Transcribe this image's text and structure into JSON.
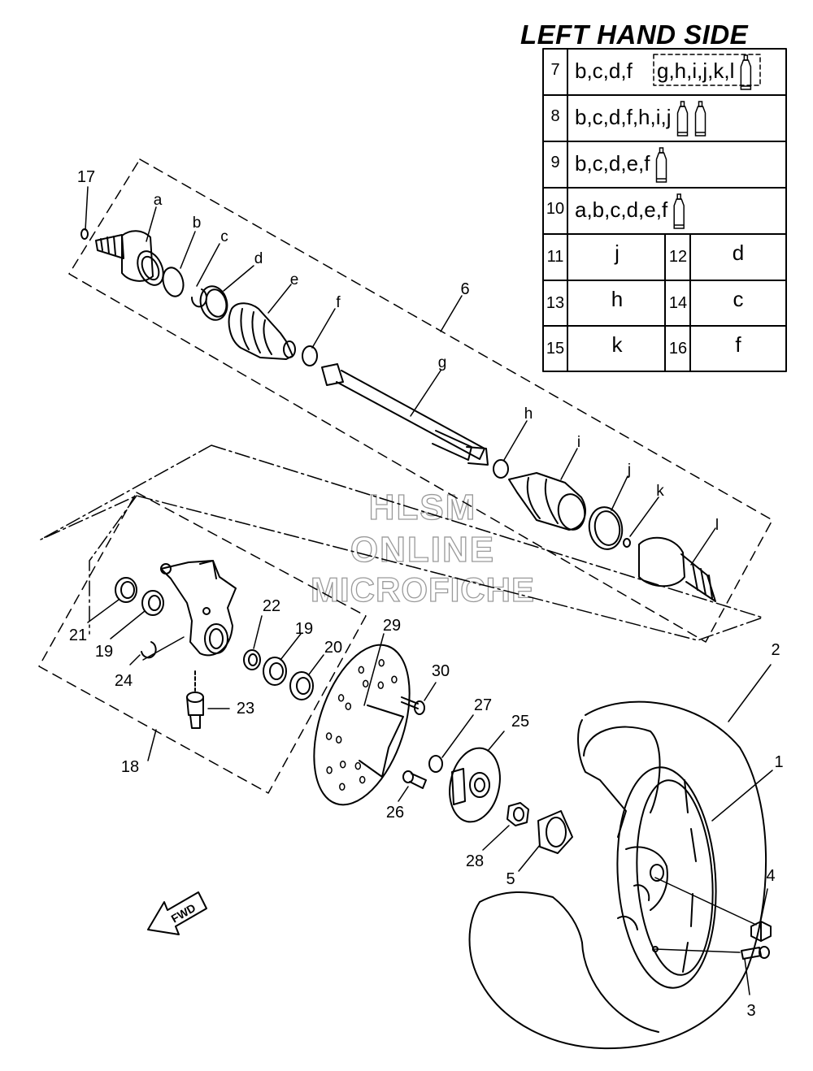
{
  "title": "LEFT HAND SIDE",
  "watermark": {
    "line1": "HLSM",
    "line2": "ONLINE",
    "line3": "MICROFICHE"
  },
  "fwd_label": "FWD",
  "kit_rows": [
    {
      "no": "7",
      "parts": "b,c,d,f",
      "boxed": "g,h,i,j,k,l",
      "tubes": 1
    },
    {
      "no": "8",
      "parts": "b,c,d,f,h,i,j",
      "boxed": "",
      "tubes": 2
    },
    {
      "no": "9",
      "parts": "b,c,d,e,f",
      "boxed": "",
      "tubes": 1
    },
    {
      "no": "10",
      "parts": "a,b,c,d,e,f",
      "boxed": "",
      "tubes": 1
    }
  ],
  "kit_pairs": [
    {
      "no1": "11",
      "v1": "j",
      "no2": "12",
      "v2": "d"
    },
    {
      "no1": "13",
      "v1": "h",
      "no2": "14",
      "v2": "c"
    },
    {
      "no1": "15",
      "v1": "k",
      "no2": "16",
      "v2": "f"
    }
  ],
  "callouts": [
    "17",
    "a",
    "b",
    "c",
    "d",
    "e",
    "f",
    "6",
    "g",
    "h",
    "i",
    "j",
    "k",
    "l",
    "22",
    "19",
    "20",
    "21",
    "19",
    "24",
    "29",
    "30",
    "23",
    "18",
    "27",
    "25",
    "26",
    "28",
    "5",
    "2",
    "1",
    "4",
    "3"
  ]
}
